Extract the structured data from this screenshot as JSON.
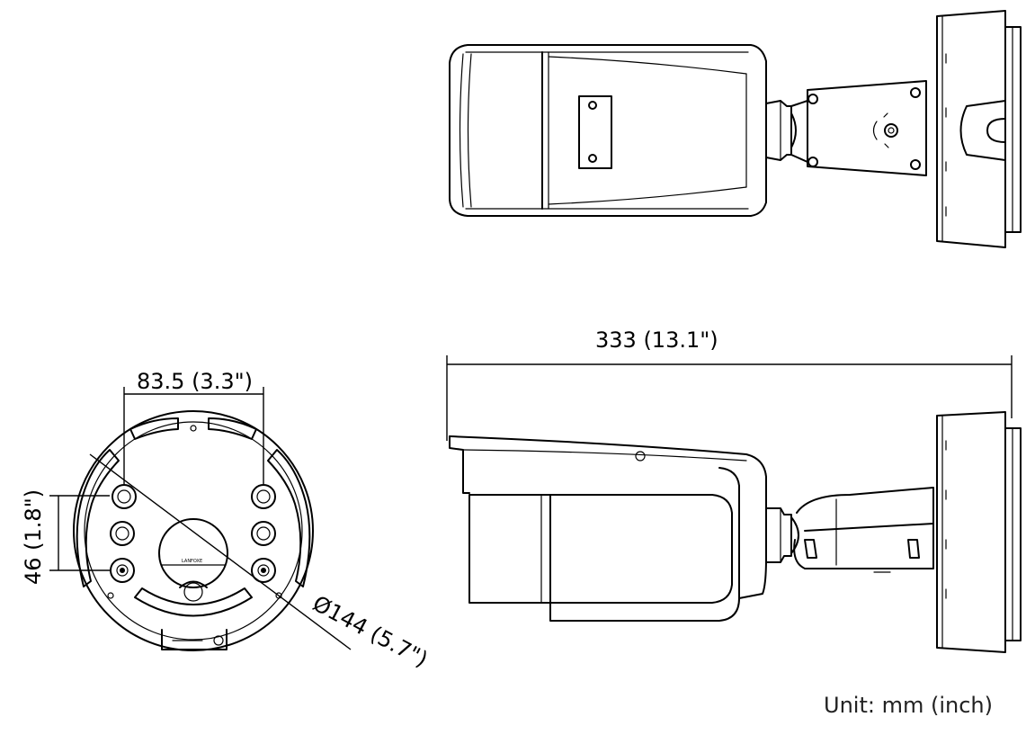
{
  "dimensions": {
    "base_width": "83.5 (3.3\")",
    "hole_spacing": "46 (1.8\")",
    "base_diameter": "Ø144 (5.7\")",
    "overall_length": "333 (13.1\")"
  },
  "unit_note": "Unit: mm (inch)",
  "base_label": "LANFOXE"
}
